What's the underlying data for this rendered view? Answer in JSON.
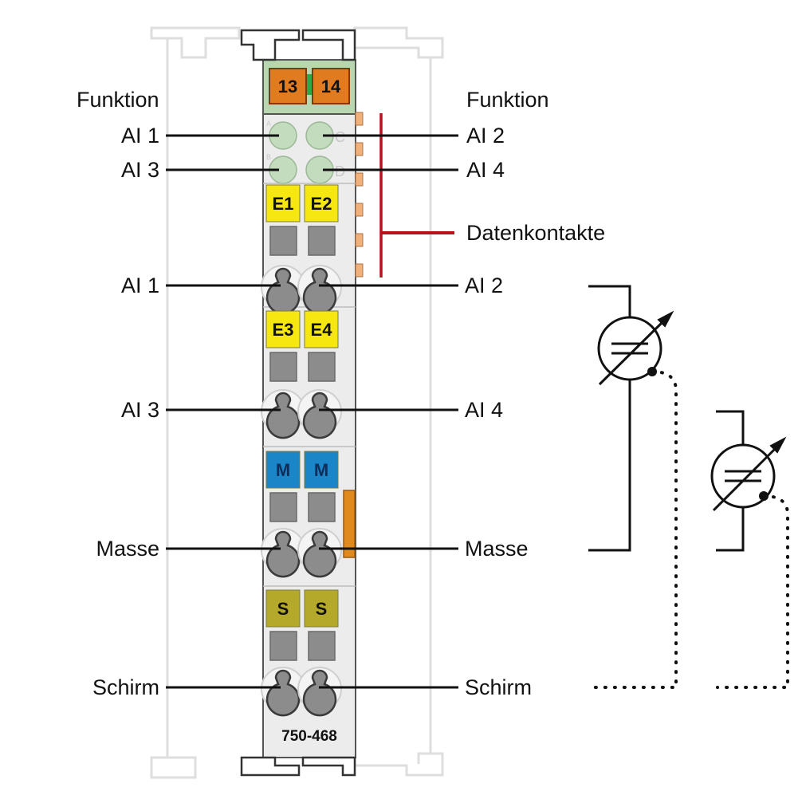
{
  "header": {
    "left_title": "Funktion",
    "right_title": "Funktion"
  },
  "bus_contacts": {
    "label": "Datenkontakte"
  },
  "power_contacts": {
    "left": "13",
    "right": "14"
  },
  "leds": [
    {
      "letter": "A",
      "function": "AI 1",
      "side": "left"
    },
    {
      "letter": "C",
      "function": "AI 2",
      "side": "right"
    },
    {
      "letter": "B",
      "function": "AI 3",
      "side": "left"
    },
    {
      "letter": "D",
      "function": "AI 4",
      "side": "right"
    }
  ],
  "terminal_groups": [
    {
      "tags": [
        "E1",
        "E2"
      ],
      "tag_color": "#f5e70f",
      "left_function": "AI 1",
      "right_function": "AI 2"
    },
    {
      "tags": [
        "E3",
        "E4"
      ],
      "tag_color": "#f5e70f",
      "left_function": "AI 3",
      "right_function": "AI 4"
    },
    {
      "tags": [
        "M",
        "M"
      ],
      "tag_color": "#1a86c8",
      "left_function": "Masse",
      "right_function": "Masse"
    },
    {
      "tags": [
        "S",
        "S"
      ],
      "tag_color": "#b5a92c",
      "left_function": "Schirm",
      "right_function": "Schirm"
    }
  ],
  "module": {
    "part_number": "750-468"
  },
  "colors": {
    "bus_line": "#b5121b",
    "power_tag": "#e07b1f",
    "green_body": "#b8d6b0",
    "led": "#c3dcbd",
    "module_body": "#ececec",
    "terminal_gray": "#8c8c8c",
    "bus_contact": "#f0b27a"
  },
  "sensor_symbols": [
    {
      "name": "sensor-1",
      "icon": "adjustable-sensor-icon"
    },
    {
      "name": "sensor-2",
      "icon": "adjustable-sensor-icon"
    }
  ]
}
